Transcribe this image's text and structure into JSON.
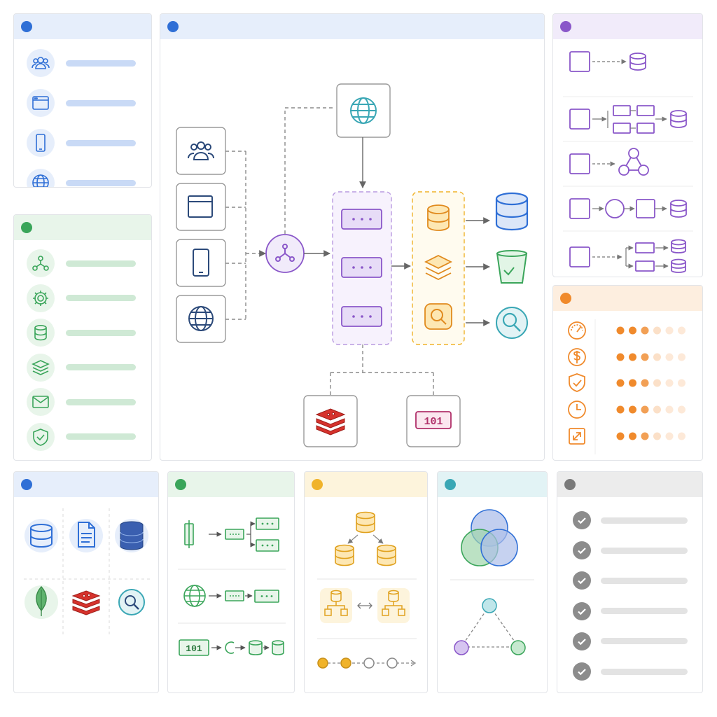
{
  "colors": {
    "blue": "#2f6fd6",
    "blue_light": "#e6eefb",
    "blue_bar": "#c9daf6",
    "green": "#3aa55a",
    "green_light": "#e8f5ea",
    "green_bar": "#cfe9d5",
    "purple": "#8a57c9",
    "purple_light": "#f1ebfa",
    "orange": "#f08a2c",
    "orange_light": "#fdeedf",
    "yellow": "#f0b32a",
    "yellow_light": "#fdf4dc",
    "teal": "#3aa7b5",
    "teal_light": "#e2f3f5",
    "gray": "#7a7a7a",
    "gray_light": "#ececec",
    "red": "#d6322c",
    "navy": "#2c4a7a",
    "magenta": "#b0306a"
  },
  "panels": {
    "clients": {
      "header_color": "blue",
      "icons": [
        "users-icon",
        "browser-window-icon",
        "mobile-phone-icon",
        "globe-icon"
      ]
    },
    "services": {
      "header_color": "green",
      "icons": [
        "network-hub-icon",
        "gear-icon",
        "database-icon",
        "stack-layers-icon",
        "envelope-icon",
        "shield-check-icon"
      ]
    },
    "architecture": {
      "header_color": "blue",
      "client_icons": [
        "users-icon",
        "browser-window-icon",
        "mobile-phone-icon",
        "globe-icon"
      ],
      "cdn_icon": "globe-icon",
      "gateway_icon": "network-hub-icon",
      "server_icons": [
        "server-icon",
        "server-icon",
        "server-icon"
      ],
      "data_icons": [
        "database-icon",
        "stack-layers-icon",
        "search-icon"
      ],
      "store_icons": [
        "database-icon",
        "bucket-icon",
        "search-icon"
      ],
      "bottom_icons": [
        "redis-icon",
        "binary-icon"
      ],
      "binary_text": "101"
    },
    "pipelines": {
      "header_color": "purple",
      "rows": [
        "simple-pipeline",
        "branching-pipeline",
        "cluster-pipeline",
        "sequential-pipeline",
        "fanout-pipeline"
      ]
    },
    "ratings": {
      "header_color": "orange",
      "rows": [
        {
          "icon": "speedometer-icon",
          "level": 0.6
        },
        {
          "icon": "dollar-icon",
          "level": 0.6
        },
        {
          "icon": "shield-check-icon",
          "level": 0.6
        },
        {
          "icon": "clock-icon",
          "level": 0.6
        },
        {
          "icon": "scale-arrows-icon",
          "level": 0.6
        }
      ]
    },
    "databases": {
      "header_color": "blue",
      "icons": [
        "database-icon",
        "document-icon",
        "dynamodb-icon",
        "mongodb-leaf-icon",
        "redis-icon",
        "search-icon"
      ]
    },
    "flows": {
      "header_color": "green",
      "rows": [
        "split-flow",
        "globe-flow",
        "binary-flow"
      ],
      "binary_text": "101"
    },
    "replication": {
      "header_color": "yellow",
      "stages": 5,
      "active_stages": 2
    },
    "topology": {
      "header_color": "teal"
    },
    "checklist": {
      "header_color": "gray",
      "items": 6
    }
  }
}
